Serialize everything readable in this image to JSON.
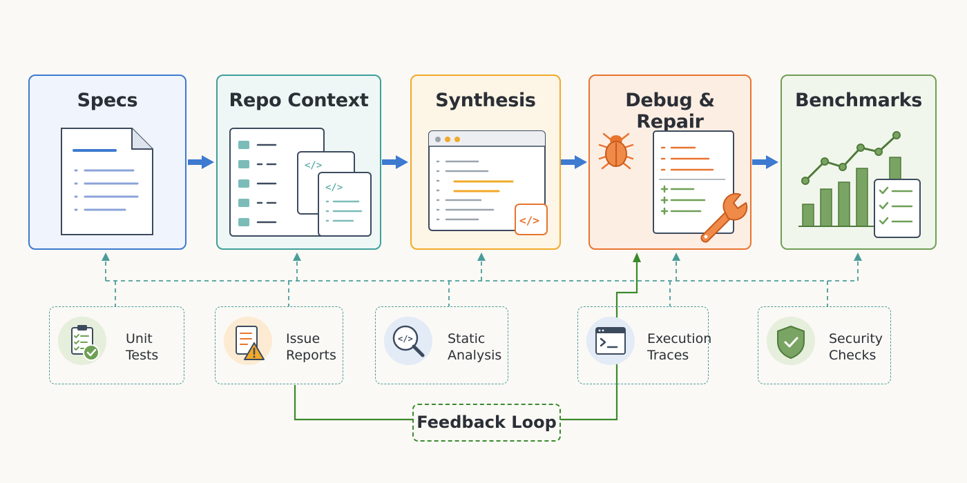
{
  "stages": [
    {
      "title": "Specs",
      "icon": "spec-document-icon"
    },
    {
      "title": "Repo Context",
      "icon": "repo-files-icon"
    },
    {
      "title": "Synthesis",
      "icon": "code-editor-icon"
    },
    {
      "title": "Debug & Repair",
      "icon": "bug-wrench-icon"
    },
    {
      "title": "Benchmarks",
      "icon": "bar-chart-checklist-icon"
    }
  ],
  "sources": [
    {
      "label_line1": "Unit",
      "label_line2": "Tests",
      "icon": "clipboard-check-icon"
    },
    {
      "label_line1": "Issue",
      "label_line2": "Reports",
      "icon": "warning-document-icon"
    },
    {
      "label_line1": "Static",
      "label_line2": "Analysis",
      "icon": "code-magnifier-icon"
    },
    {
      "label_line1": "Execution",
      "label_line2": "Traces",
      "icon": "terminal-icon"
    },
    {
      "label_line1": "Security",
      "label_line2": "Checks",
      "icon": "shield-check-icon"
    }
  ],
  "feedback_label": "Feedback Loop",
  "colors": {
    "specs": "#3d7ad0",
    "repo": "#3f9f9b",
    "synthesis": "#f1a92a",
    "debug": "#e8742f",
    "benchmarks": "#6e9f55",
    "arrow": "#3d7ad0",
    "dashed_teal": "#4a9c9a",
    "feedback_green": "#3a8a2c"
  }
}
